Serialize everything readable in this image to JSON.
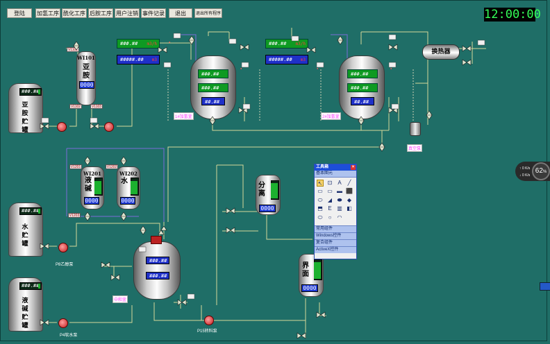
{
  "menu": {
    "buttons": [
      "登陆",
      "加氢工序",
      "酰化工序",
      "后胺工序",
      "用户注销",
      "事件记录",
      "退出",
      "退出所有程序"
    ]
  },
  "clock": "12:00:00",
  "tanks": {
    "wi101": {
      "id": "WI101",
      "name": "亚胺",
      "display": "0000"
    },
    "wi201": {
      "id": "WI201",
      "name": "液碱",
      "display": "0000"
    },
    "wi202": {
      "id": "WI202",
      "name": "水",
      "display": "0000"
    },
    "fenli": {
      "name": "分离",
      "display": "0000"
    },
    "jiemian": {
      "name": "界面",
      "display": "0000"
    },
    "yaan_storage": {
      "name": "亚胺贮罐",
      "gauge": "###.##"
    },
    "water_storage": {
      "name": "水贮罐",
      "gauge": "###.##"
    },
    "lye_storage": {
      "name": "液碱贮罐",
      "gauge": "###.##"
    }
  },
  "reactors": {
    "r1": {
      "label": "1#加氢釜",
      "rows": [
        "###.##",
        "###.##",
        "##.##"
      ]
    },
    "r2": {
      "label": "2#加氢釜",
      "rows": [
        "###.##",
        "###.##",
        "##.##"
      ]
    },
    "r3": {
      "label": "中和釜",
      "rows": [
        "###.##",
        "###.##"
      ]
    }
  },
  "top_panels": {
    "p1": {
      "value": "###.##",
      "unit": "m3/h"
    },
    "p2": {
      "value": "#####.##",
      "unit": "m3"
    },
    "p3": {
      "value": "###.##",
      "unit": "m3/h"
    },
    "p4": {
      "value": "#####.##",
      "unit": "m3"
    }
  },
  "heat_exchanger": "换热器",
  "pump_labels": {
    "p8": "P8乙醇泵",
    "p4": "P4软水泵",
    "p15": "P15转料泵",
    "vacuum": "真空泵"
  },
  "valve_tags": [
    "V1101",
    "V1102",
    "V1103",
    "V1201",
    "V1202",
    "V1203"
  ],
  "toolbox": {
    "title": "工具箱",
    "close": "×",
    "header": "基本图元",
    "tools": [
      "↖",
      "⊡",
      "A",
      "╱",
      "▭",
      "▭",
      "▬",
      "⬛",
      "⬭",
      "◢",
      "⬬",
      "◆",
      "⬒",
      "Ε",
      "▥",
      "◧",
      "⬭",
      "○",
      "◠",
      ""
    ],
    "sections": [
      "常用组件",
      "Windows控件",
      "复合组件",
      "ActiveX控件"
    ]
  },
  "side_widget": {
    "percent": "62",
    "percent_unit": "%",
    "up": "0",
    "up_unit": "K/s",
    "down": "0",
    "down_unit": "K/s"
  },
  "colors": {
    "background": "#1f6e67",
    "pipe": "#d6d89a",
    "pipe_purple": "#7b6cd8",
    "gauge_green": "#0e9a22",
    "lcd_blue": "#1f3bd8",
    "clock_text": "#34ff58"
  }
}
